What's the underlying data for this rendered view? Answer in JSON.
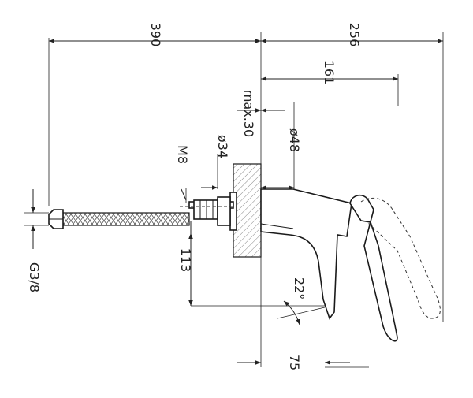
{
  "dimensions": {
    "overall_left": "390",
    "overall_right": "256",
    "spout_reach": "161",
    "max_thickness": "max.30",
    "dia_48": "ø48",
    "dia_34": "ø34",
    "thread_m8": "M8",
    "height_113": "113",
    "angle_22": "22°",
    "offset_75": "75",
    "hose_thread": "G3/8"
  }
}
